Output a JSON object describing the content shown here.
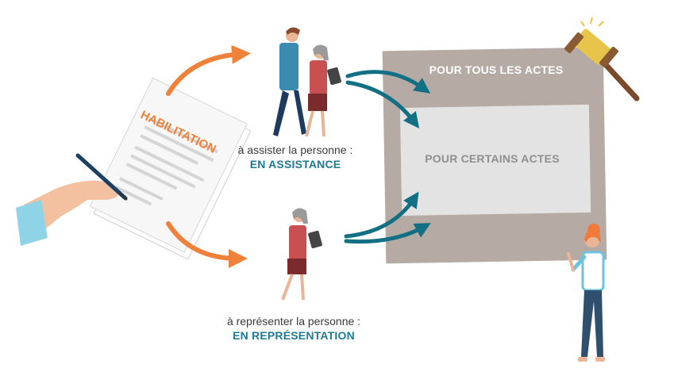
{
  "document": {
    "title": "HABILITATION"
  },
  "assistance": {
    "caption": "à assister la personne :",
    "mode": "EN ASSISTANCE"
  },
  "representation": {
    "caption": "à représenter la personne :",
    "mode": "EN REPRÉSENTATION"
  },
  "acts": {
    "all": "POUR TOUS LES ACTES",
    "some": "POUR CERTAINS ACTES"
  },
  "colors": {
    "orange": "#f0813a",
    "teal": "#136f84",
    "outer_box": "#b6aaa4",
    "inner_box": "#e3e3e3",
    "caption_accent": "#1d7a96"
  },
  "icons": [
    "hand-with-pen-icon",
    "judge-gavel-icon",
    "couple-walking-icon",
    "woman-with-tablet-icon",
    "young-woman-icon"
  ]
}
